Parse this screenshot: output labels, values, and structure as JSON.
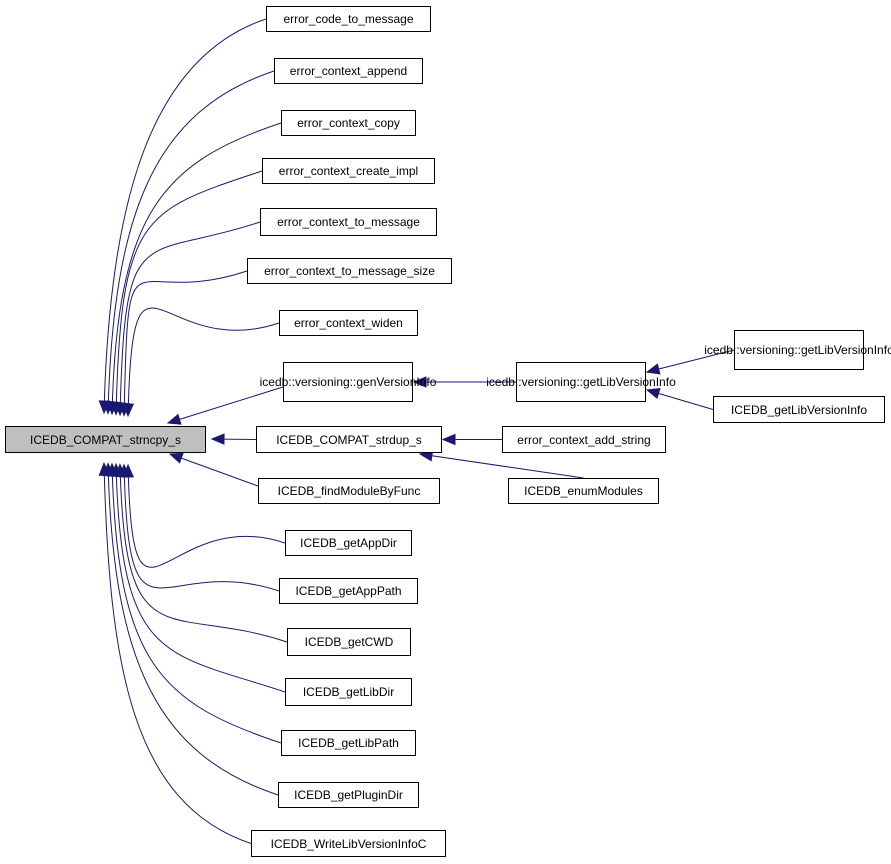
{
  "colors": {
    "edge": "#191970",
    "root_fill": "#bfbfbf",
    "node_fill": "#ffffff",
    "border": "#000000"
  },
  "nodes": {
    "root": "ICEDB_COMPAT_strncpy_s",
    "error_code_to_message": "error_code_to_message",
    "error_context_append": "error_context_append",
    "error_context_copy": "error_context_copy",
    "error_context_create_impl": "error_context_create_impl",
    "error_context_to_message": "error_context_to_message",
    "error_context_to_message_size": "error_context_to_message_size",
    "error_context_widen": "error_context_widen",
    "genVersionInfo": [
      "icedb::versioning::",
      "genVersionInfo"
    ],
    "ICEDB_COMPAT_strdup_s": "ICEDB_COMPAT_strdup_s",
    "ICEDB_findModuleByFunc": "ICEDB_findModuleByFunc",
    "ICEDB_getAppDir": "ICEDB_getAppDir",
    "ICEDB_getAppPath": "ICEDB_getAppPath",
    "ICEDB_getCWD": "ICEDB_getCWD",
    "ICEDB_getLibDir": "ICEDB_getLibDir",
    "ICEDB_getLibPath": "ICEDB_getLibPath",
    "ICEDB_getPluginDir": "ICEDB_getPluginDir",
    "ICEDB_WriteLibVersionInfoC": "ICEDB_WriteLibVersionInfoC",
    "getLibVersionInfo_mid": [
      "icedb::versioning::",
      "getLibVersionInfo"
    ],
    "error_context_add_string": "error_context_add_string",
    "ICEDB_enumModules": "ICEDB_enumModules",
    "getLibVersionInfo_right": [
      "icedb::versioning::",
      "getLibVersionInfo"
    ],
    "ICEDB_getLibVersionInfo": "ICEDB_getLibVersionInfo"
  },
  "edges": [
    [
      "error_code_to_message",
      "root"
    ],
    [
      "error_context_append",
      "root"
    ],
    [
      "error_context_copy",
      "root"
    ],
    [
      "error_context_create_impl",
      "root"
    ],
    [
      "error_context_to_message",
      "root"
    ],
    [
      "error_context_to_message_size",
      "root"
    ],
    [
      "error_context_widen",
      "root"
    ],
    [
      "genVersionInfo",
      "root"
    ],
    [
      "ICEDB_COMPAT_strdup_s",
      "root"
    ],
    [
      "ICEDB_findModuleByFunc",
      "root"
    ],
    [
      "ICEDB_getAppDir",
      "root"
    ],
    [
      "ICEDB_getAppPath",
      "root"
    ],
    [
      "ICEDB_getCWD",
      "root"
    ],
    [
      "ICEDB_getLibDir",
      "root"
    ],
    [
      "ICEDB_getLibPath",
      "root"
    ],
    [
      "ICEDB_getPluginDir",
      "root"
    ],
    [
      "ICEDB_WriteLibVersionInfoC",
      "root"
    ],
    [
      "getLibVersionInfo_mid",
      "genVersionInfo"
    ],
    [
      "error_context_add_string",
      "ICEDB_COMPAT_strdup_s"
    ],
    [
      "ICEDB_enumModules",
      "ICEDB_COMPAT_strdup_s"
    ],
    [
      "getLibVersionInfo_right",
      "getLibVersionInfo_mid"
    ],
    [
      "ICEDB_getLibVersionInfo",
      "getLibVersionInfo_mid"
    ]
  ]
}
